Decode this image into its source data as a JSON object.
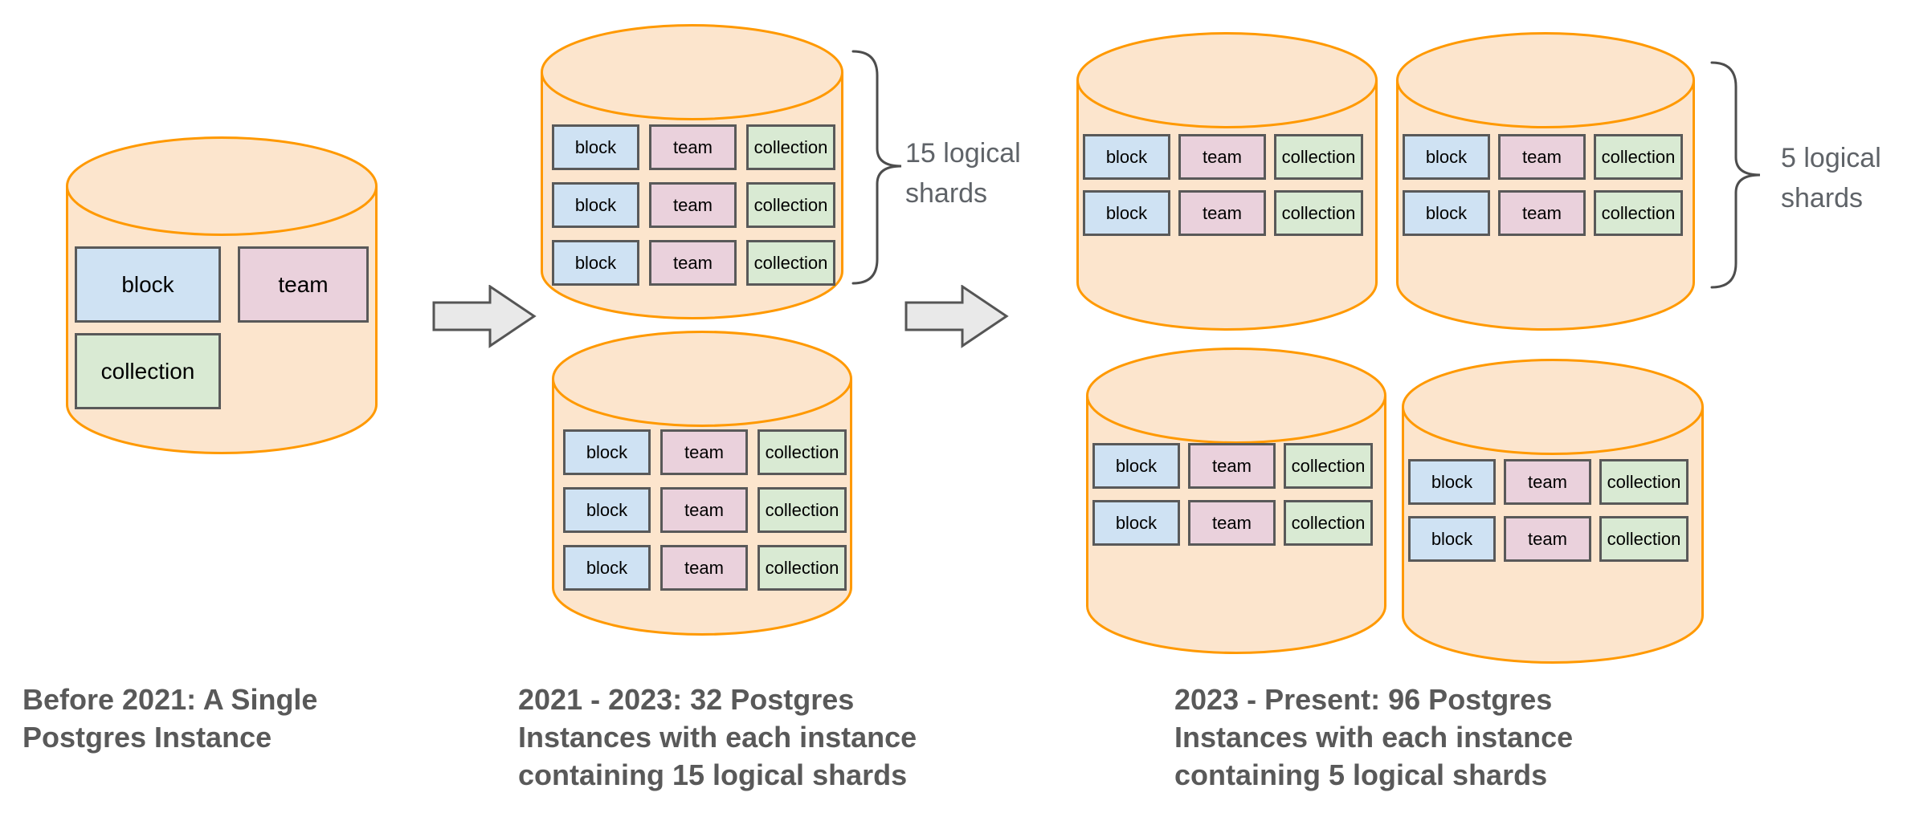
{
  "table_labels": {
    "block": "block",
    "team": "team",
    "collection": "collection"
  },
  "stages": [
    {
      "caption_lines": [
        "Before 2021: A Single",
        "Postgres Instance"
      ],
      "cylinders": [
        {
          "rows": [
            [
              "block",
              "team"
            ],
            [
              "collection"
            ]
          ]
        }
      ]
    },
    {
      "caption_lines": [
        "2021 - 2023: 32 Postgres",
        "Instances with each instance",
        "containing 15 logical shards"
      ],
      "cylinders": [
        {
          "rows": [
            [
              "block",
              "team",
              "collection"
            ],
            [
              "block",
              "team",
              "collection"
            ],
            [
              "block",
              "team",
              "collection"
            ]
          ]
        },
        {
          "rows": [
            [
              "block",
              "team",
              "collection"
            ],
            [
              "block",
              "team",
              "collection"
            ],
            [
              "block",
              "team",
              "collection"
            ]
          ]
        }
      ]
    },
    {
      "caption_lines": [
        "2023 - Present: 96 Postgres",
        "Instances with each instance",
        "containing 5 logical shards"
      ],
      "cylinders": [
        {
          "rows": [
            [
              "block",
              "team",
              "collection"
            ],
            [
              "block",
              "team",
              "collection"
            ]
          ]
        },
        {
          "rows": [
            [
              "block",
              "team",
              "collection"
            ],
            [
              "block",
              "team",
              "collection"
            ]
          ]
        },
        {
          "rows": [
            [
              "block",
              "team",
              "collection"
            ],
            [
              "block",
              "team",
              "collection"
            ]
          ]
        },
        {
          "rows": [
            [
              "block",
              "team",
              "collection"
            ],
            [
              "block",
              "team",
              "collection"
            ]
          ]
        }
      ]
    }
  ],
  "annotations": [
    {
      "lines": [
        "15 logical",
        "shards"
      ]
    },
    {
      "lines": [
        "5 logical",
        "shards"
      ]
    }
  ],
  "colors": {
    "cylinder_fill": "#FCE5CD",
    "cylinder_stroke": "#FF9900",
    "table_block_fill": "#CFE2F3",
    "table_team_fill": "#EAD1DC",
    "table_collection_fill": "#D9EAD3",
    "table_border": "#595959",
    "caption_color": "#595959",
    "annotation_color": "#5F6368",
    "brace_color": "#4D4D4D",
    "arrow_fill": "#E9E9E9",
    "arrow_stroke": "#555555"
  }
}
